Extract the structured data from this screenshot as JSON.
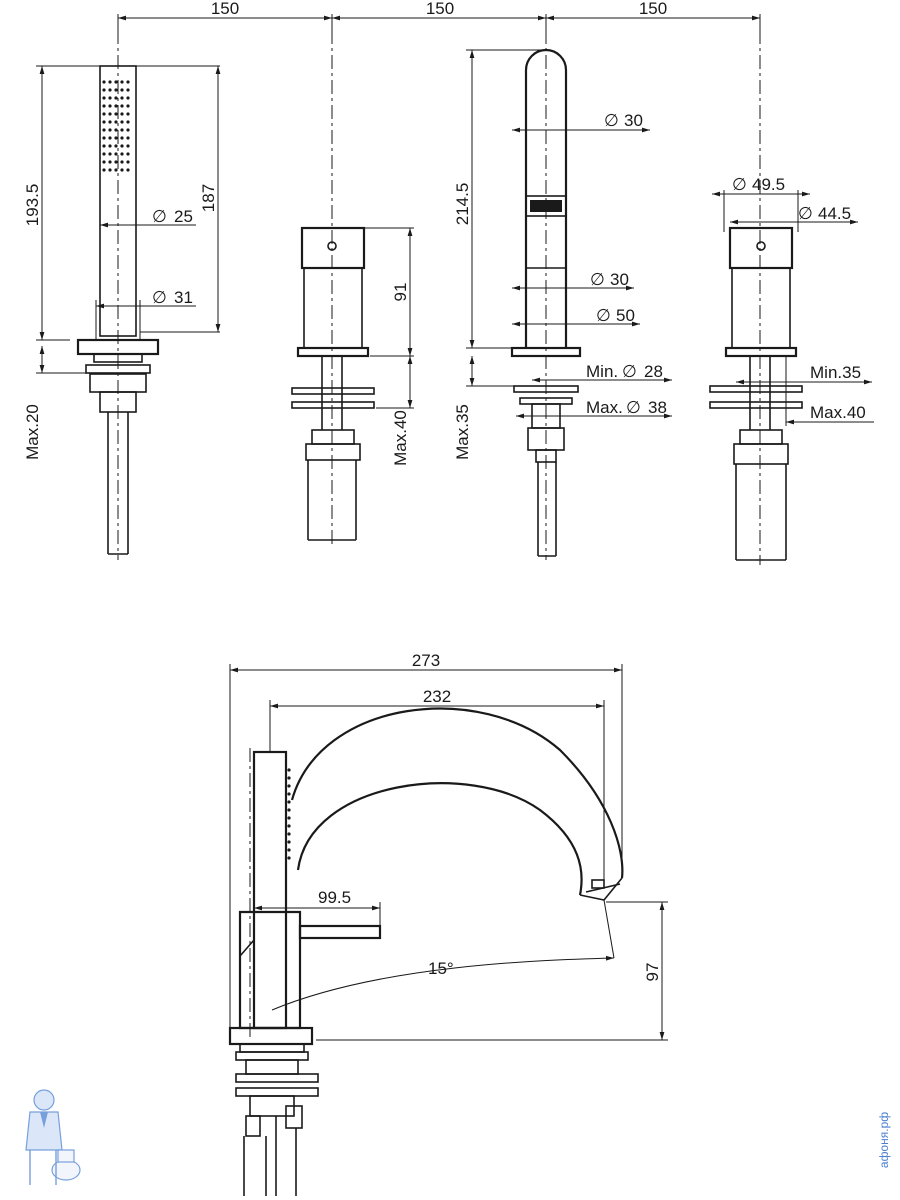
{
  "dimensions": {
    "top_spacing_1": "150",
    "top_spacing_2": "150",
    "top_spacing_3": "150",
    "hand_shower_total_height": "193.5",
    "hand_shower_body_height": "187",
    "hand_shower_diameter": "25",
    "hand_shower_base_diameter": "31",
    "hand_shower_max": "Max.20",
    "valve_height": "91",
    "valve_max": "Max.40",
    "spout_height": "214.5",
    "spout_top_diameter": "30",
    "spout_mid_diameter": "30",
    "spout_base_diameter": "50",
    "spout_min_hole": "Min.",
    "spout_min_hole_value": "28",
    "spout_max_hole": "Max.",
    "spout_max_hole_value": "38",
    "spout_max_thickness": "Max.35",
    "mixer_outer_diameter": "49.5",
    "mixer_inner_diameter": "44.5",
    "mixer_min": "Min.35",
    "mixer_max": "Max.40",
    "spout_reach_total": "273",
    "spout_reach": "232",
    "lever_length": "99.5",
    "rotation_angle": "15°",
    "spout_outlet_height": "97",
    "diameter_symbol": "∅"
  },
  "watermark": {
    "site": "афоня.рф",
    "logo": "plumber-mascot-logo"
  }
}
